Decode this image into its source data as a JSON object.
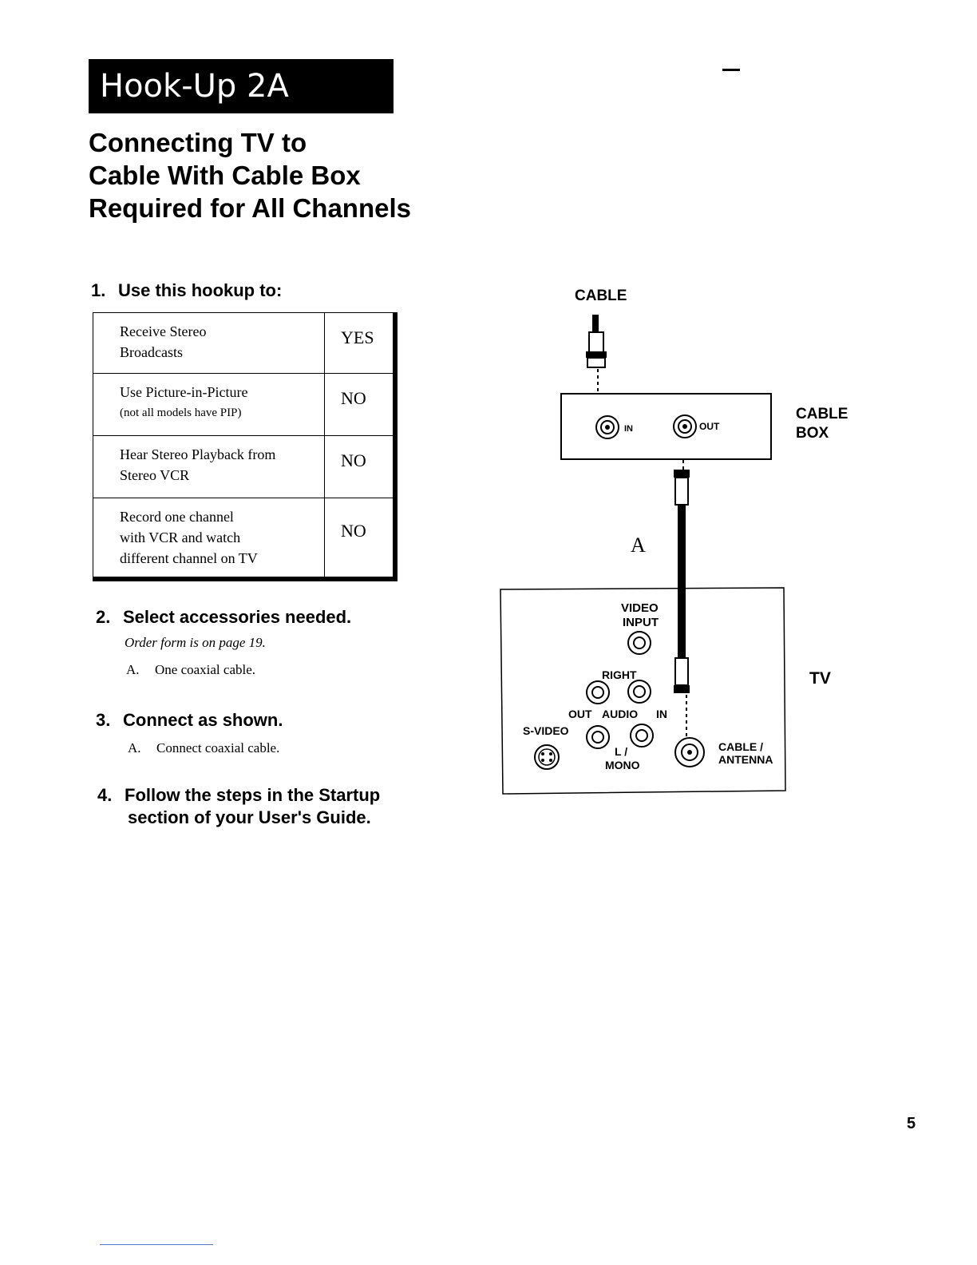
{
  "banner": {
    "title": "Hook-Up 2A"
  },
  "heading": {
    "lines": [
      "Connecting TV to",
      "Cable With Cable Box",
      "Required for All Channels"
    ]
  },
  "step1": {
    "number": "1.",
    "title": "Use this hookup to:",
    "rows": [
      {
        "line1": "Receive Stereo",
        "line2": "Broadcasts",
        "line3": "",
        "value": "YES"
      },
      {
        "line1": "Use Picture-in-Picture",
        "line2": "(not all models have PIP)",
        "line3": "",
        "value": "NO"
      },
      {
        "line1": "Hear  Stereo Playback from",
        "line2": "Stereo VCR",
        "line3": "",
        "value": "NO"
      },
      {
        "line1": "Record one channel",
        "line2": "with VCR and watch",
        "line3": "different channel on TV",
        "value": "NO"
      }
    ]
  },
  "step2": {
    "number": "2.",
    "title": "Select accessories needed.",
    "note": "Order form is on page 19.",
    "item_letter": "A.",
    "item_text": "One coaxial cable."
  },
  "step3": {
    "number": "3.",
    "title": "Connect as shown.",
    "item_letter": "A.",
    "item_text": "Connect coaxial cable."
  },
  "step4": {
    "number": "4.",
    "line1": "Follow the steps in the Startup",
    "line2": "section of your User's Guide."
  },
  "diagram": {
    "cable_label": "CABLE",
    "cable_box_label_1": "CABLE",
    "cable_box_label_2": "BOX",
    "box_in": "IN",
    "box_out": "OUT",
    "cable_letter": "A",
    "tv_label": "TV",
    "video_1": "VIDEO",
    "video_2": "INPUT",
    "right": "RIGHT",
    "out": "OUT",
    "audio": "AUDIO",
    "in": "IN",
    "svideo": "S-VIDEO",
    "l_slash": "L /",
    "mono": "MONO",
    "cable_ant_1": "CABLE /",
    "cable_ant_2": "ANTENNA"
  },
  "page_number": "5"
}
